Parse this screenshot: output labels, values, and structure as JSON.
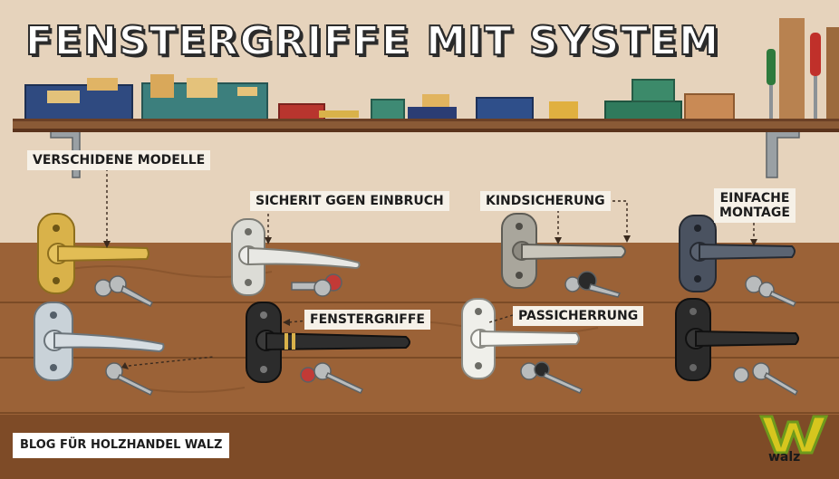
{
  "title": "FENSTERGRIFFE MIT SYSTEM",
  "labels": {
    "models": "VERSCHIDENE MODELLE",
    "burglary": "SICHERIT GGEN EINBRUCH",
    "child_lock": "KINDSICHERUNG",
    "easy_mount_line1": "EINFACHE",
    "easy_mount_line2": "MONTAGE",
    "handles": "FENSTERGRIFFE",
    "fit_lock": "PASSICHERRUNG"
  },
  "footer": "BLOG FÜR HOLZHANDEL WALZ",
  "logo_text": "walz",
  "colors": {
    "wall": "#e6d3bc",
    "wood": "#9b6237",
    "shelf": "#8a5a36",
    "brass": "#d9b24a",
    "chrome": "#d8d8d2",
    "anthracite": "#3d4450",
    "black": "#2a2a2a",
    "logo_yellow": "#d6c61e",
    "logo_green": "#6f9a1c"
  },
  "icons": [
    "window-handle-icon",
    "key-icon",
    "screwdriver-icon",
    "storage-box-icon",
    "walz-logo-icon"
  ]
}
